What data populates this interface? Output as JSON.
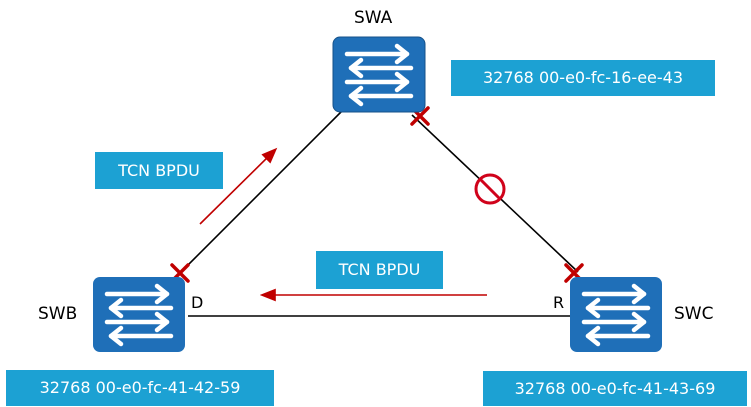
{
  "colors": {
    "switch_fill": "#1f6fb8",
    "label_box": "#1ca1d3",
    "arrow": "#c00000",
    "blocked_mark": "#d0021b",
    "link": "#000000"
  },
  "switches": {
    "swa": {
      "name": "SWA",
      "id_label": "32768 00-e0-fc-16-ee-43",
      "icon": "switch-icon"
    },
    "swb": {
      "name": "SWB",
      "id_label": "32768 00-e0-fc-41-42-59",
      "icon": "switch-icon"
    },
    "swc": {
      "name": "SWC",
      "id_label": "32768 00-e0-fc-41-43-69",
      "icon": "switch-icon"
    }
  },
  "ports": {
    "swb_designated": "D",
    "swc_root": "R"
  },
  "messages": {
    "tcn_left": "TCN BPDU",
    "tcn_bottom": "TCN BPDU"
  }
}
